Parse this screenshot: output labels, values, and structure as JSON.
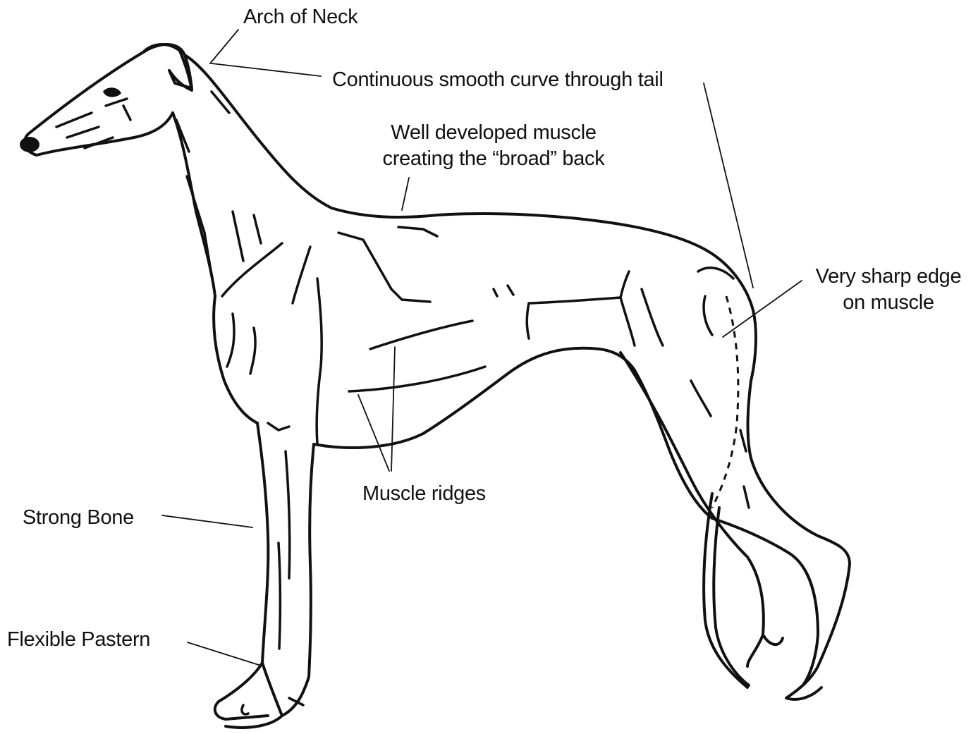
{
  "labels": {
    "arch_of_neck": "Arch of Neck",
    "smooth_curve": "Continuous smooth curve through tail",
    "broad_back_line1": "Well developed muscle",
    "broad_back_line2": "creating the “broad” back",
    "sharp_edge_line1": "Very sharp edge",
    "sharp_edge_line2": "on muscle",
    "muscle_ridges": "Muscle ridges",
    "strong_bone": "Strong Bone",
    "flexible_pastern": "Flexible Pastern"
  },
  "colors": {
    "ink": "#111111",
    "background": "#ffffff"
  }
}
